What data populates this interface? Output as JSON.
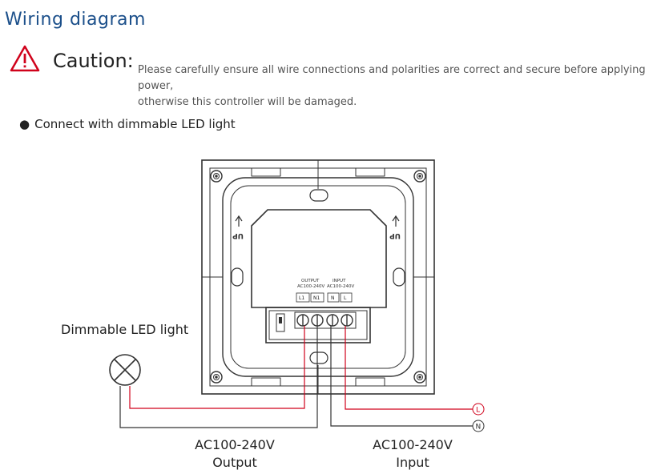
{
  "heading": "Wiring diagram",
  "caution": {
    "title": "Caution:",
    "line1": "Please carefully ensure all wire connections and polarities are correct and secure before applying power,",
    "line2": "otherwise this controller will be damaged."
  },
  "bullet": "Connect with dimmable LED light",
  "device": {
    "output_header": "OUTPUT",
    "output_range": "AC100-240V",
    "input_header": "INPUT",
    "input_range": "AC100-240V",
    "terminals": [
      "L1",
      "N1",
      "N",
      "L"
    ],
    "up_mark": "UP"
  },
  "labels": {
    "light": "Dimmable LED light",
    "output_voltage": "AC100-240V",
    "output_word": "Output",
    "input_voltage": "AC100-240V",
    "input_word": "Input",
    "live_marker": "L",
    "neutral_marker": "N"
  },
  "colors": {
    "heading": "#1b4f8a",
    "live_wire": "#d0021b",
    "neutral_wire": "#333333"
  }
}
